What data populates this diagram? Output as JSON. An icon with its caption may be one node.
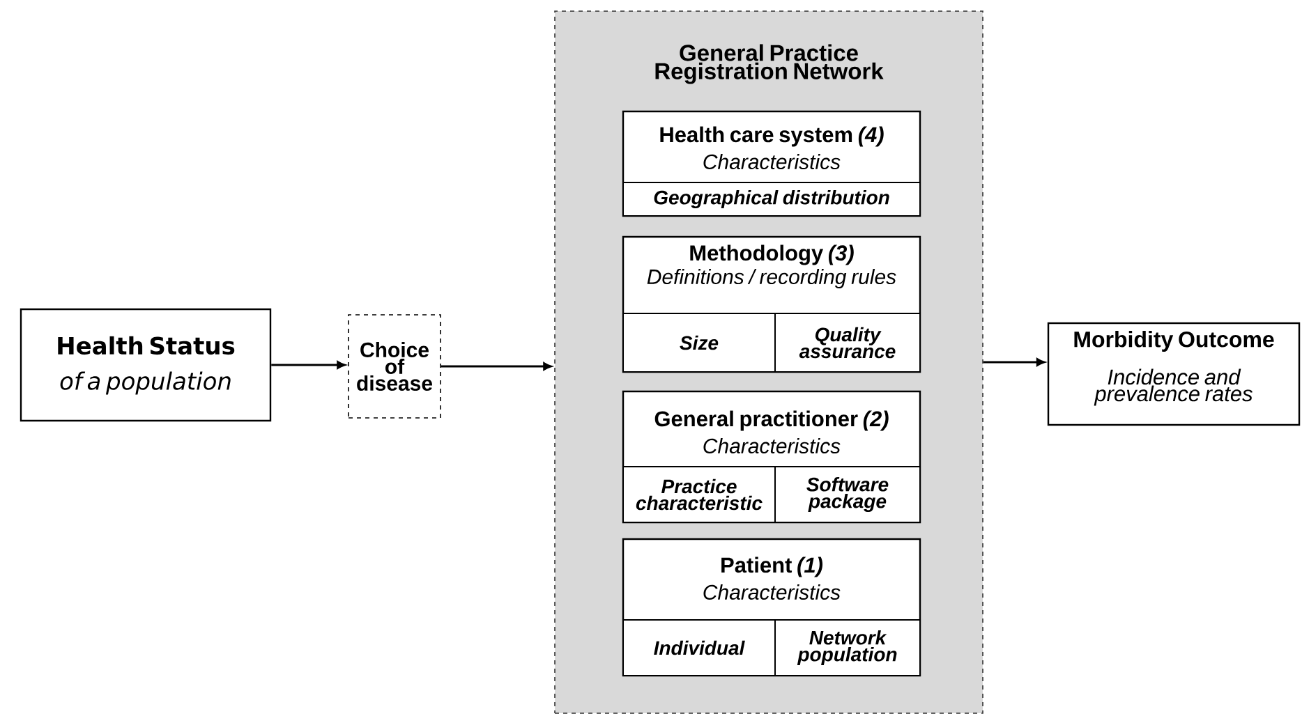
{
  "diagram": {
    "nodes": [
      {
        "text": [
          "Health Status",
          "of a population"
        ]
      },
      {
        "text": [
          "Choice of disease"
        ]
      },
      {
        "text": [
          "General Practice Registration Network"
        ]
      },
      {
        "text": [
          "Health care system *(4)*",
          "Characteristics"
        ],
        "in": 2
      },
      {
        "text": [
          "Geographical distribution"
        ],
        "in": 3
      },
      {
        "text": [
          "Methodology *(3)*",
          "Definitions / recording rules"
        ],
        "in": 2
      },
      {
        "text": [
          "Size"
        ],
        "in": 5
      },
      {
        "text": [
          "Quality assurance"
        ],
        "in": 5
      },
      {
        "text": [
          "General practitioner *(2)*",
          "Characteristics"
        ],
        "in": 2
      },
      {
        "text": [
          "Practice characteristic"
        ],
        "in": 8
      },
      {
        "text": [
          "Software package"
        ],
        "in": 8
      },
      {
        "text": [
          "Patient *(1)*",
          "Characteristics"
        ],
        "in": 2
      },
      {
        "text": [
          "Individual"
        ],
        "in": 11
      },
      {
        "text": [
          "Network population"
        ],
        "in": 11
      },
      {
        "text": [
          "Morbidity Outcome",
          "Incidence and prevalence rates"
        ]
      }
    ],
    "edges": [
      {
        "from": 0,
        "to": 1,
        "arrow": "to"
      },
      {
        "from": 1,
        "to": 2,
        "arrow": "to"
      },
      {
        "from": 2,
        "to": 14,
        "arrow": "to"
      }
    ]
  }
}
